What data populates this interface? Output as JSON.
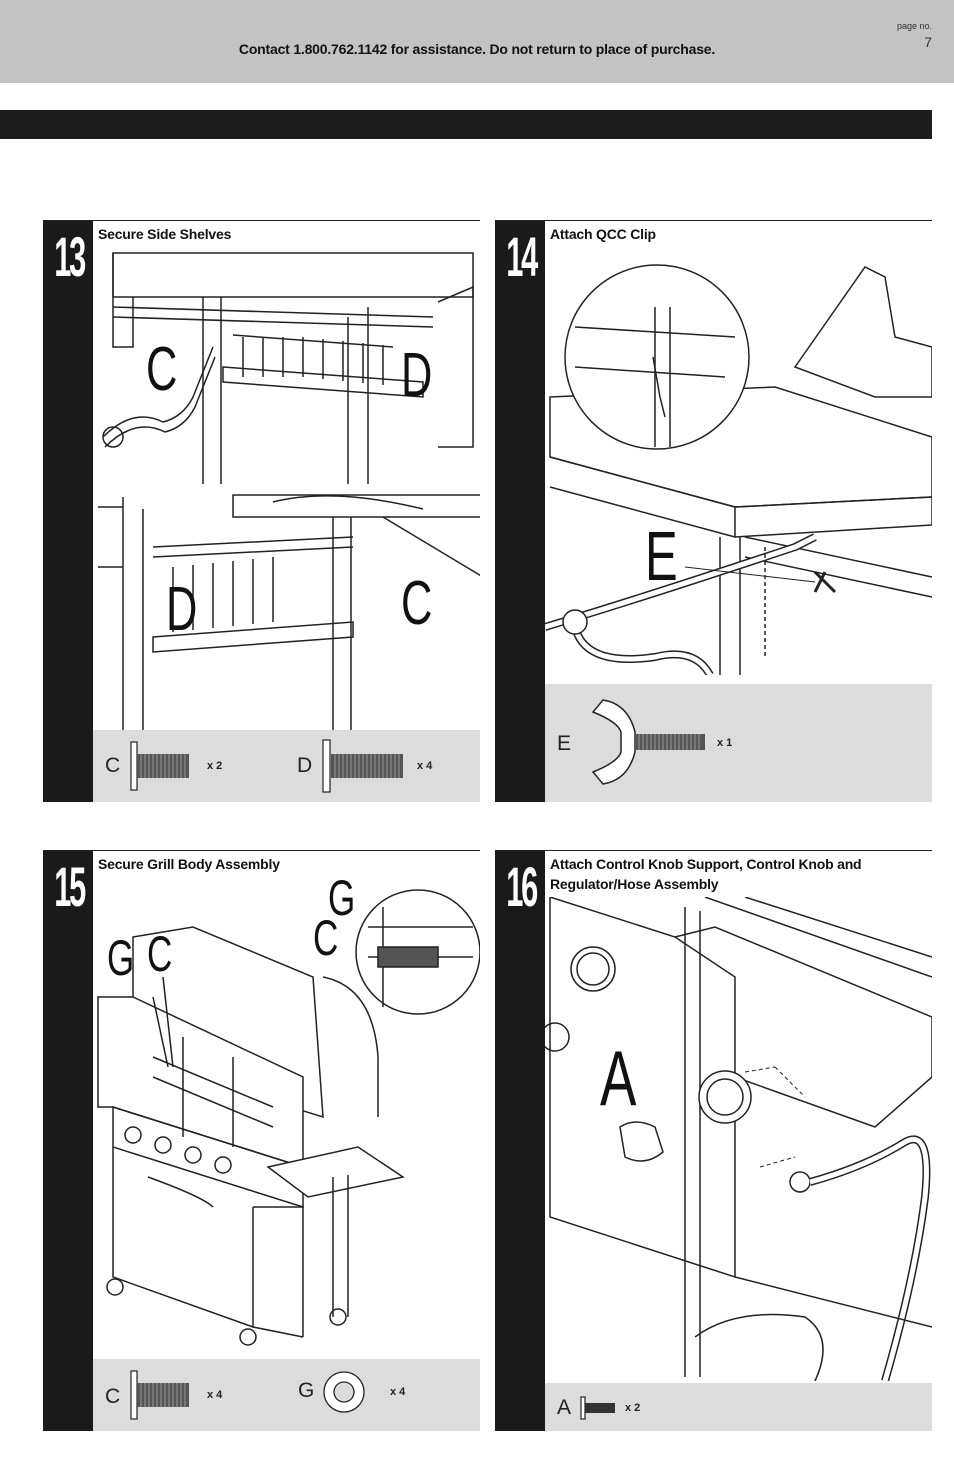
{
  "header": {
    "contact": "Contact 1.800.762.1142 for assistance. Do not return to place of purchase.",
    "page_label": "page no.",
    "page_number": "7"
  },
  "steps": [
    {
      "number": "13",
      "title": "Secure Side Shelves",
      "callouts": [
        "C",
        "D",
        "D",
        "C"
      ],
      "parts": [
        {
          "letter": "C",
          "qty": "x 2",
          "icon": "bolt-icon"
        },
        {
          "letter": "D",
          "qty": "x 4",
          "icon": "bolt-icon"
        }
      ]
    },
    {
      "number": "14",
      "title": "Attach QCC Clip",
      "callouts": [
        "E"
      ],
      "parts": [
        {
          "letter": "E",
          "qty": "x 1",
          "icon": "wing-bolt-icon"
        }
      ]
    },
    {
      "number": "15",
      "title": "Secure Grill Body Assembly",
      "callouts": [
        "G",
        "C",
        "G",
        "C"
      ],
      "parts": [
        {
          "letter": "C",
          "qty": "x 4",
          "icon": "bolt-icon"
        },
        {
          "letter": "G",
          "qty": "x 4",
          "icon": "washer-icon"
        }
      ]
    },
    {
      "number": "16",
      "title": "Attach Control Knob Support, Control Knob and Regulator/Hose Assembly",
      "callouts": [
        "A"
      ],
      "parts": [
        {
          "letter": "A",
          "qty": "x 2",
          "icon": "screw-icon"
        }
      ]
    }
  ]
}
